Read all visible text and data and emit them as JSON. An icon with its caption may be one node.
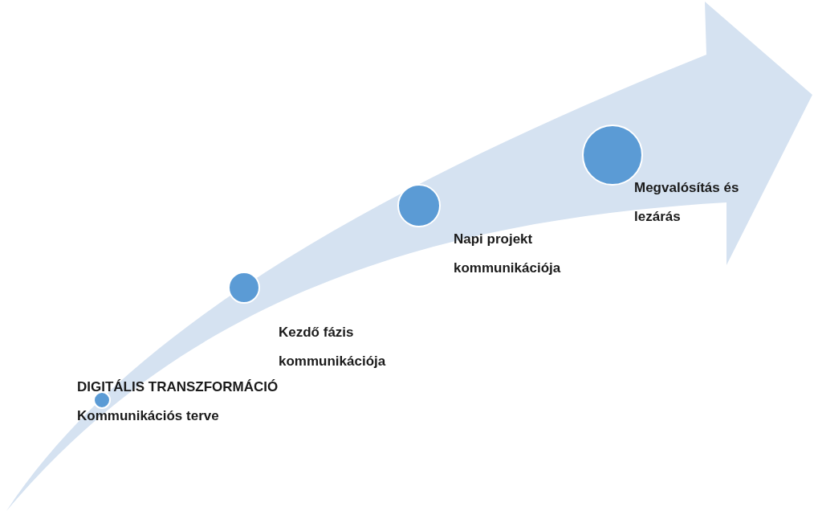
{
  "diagram": {
    "nodes": [
      {
        "text": [],
        "shape": "circle",
        "beside": [
          "DIGITÁLIS TRANSZFORMÁCIÓ Kommunikációs terve"
        ]
      },
      {
        "text": [],
        "shape": "circle",
        "beside": [
          "Kezdő fázis kommunikációja"
        ]
      },
      {
        "text": [],
        "shape": "circle",
        "beside": [
          "Napi projekt kommunikációja"
        ]
      },
      {
        "text": [],
        "shape": "circle",
        "beside": [
          "Megvalósítás és lezárás"
        ]
      }
    ]
  }
}
